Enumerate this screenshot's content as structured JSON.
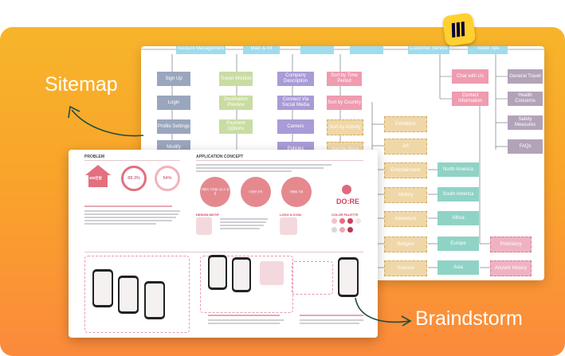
{
  "labels": {
    "sitemap": "Sitemap",
    "brainstorm": "Braindstorm"
  },
  "brand": {
    "logo_icon": "miro-logo-icon",
    "colors": {
      "background_top": "#f7b52b",
      "background_bottom": "#fb8a3c",
      "logo": "#ffd02f",
      "accent_pink": "#e2707f"
    }
  },
  "sitemap": {
    "top_row": [
      "Account Management",
      "Main & Inf",
      "",
      "",
      "Customer Service",
      "Travel Tips"
    ],
    "col1": [
      "Sign Up",
      "Login",
      "Profile Settings",
      "Modify"
    ],
    "col2": [
      "Travel Wishlist",
      "Destination Preview",
      "Payment Options"
    ],
    "col3": [
      "Company Description",
      "Connect Via Social Media",
      "Careers",
      "Policies"
    ],
    "col4": [
      "Sort by Time Period",
      "Sort by Country",
      "Sort by Activity",
      "Sort by Price"
    ],
    "col5": [
      "Exhibition",
      "Art",
      "Entertainment",
      "History",
      "Adventure",
      "Religion",
      "Science"
    ],
    "col6": [
      "North America",
      "South America",
      "Africa",
      "Europe",
      "Asia"
    ],
    "col7": [
      "Prehistory",
      "Ancient History"
    ],
    "col8": [
      "Chat with Us",
      "Contact Information"
    ],
    "col9": [
      "General Travel",
      "Health Concerns",
      "Safety Measures",
      "FAQs"
    ]
  },
  "brainstorm": {
    "problem_title": "PROBLEM",
    "concept_title": "APPLICATION CONCEPT",
    "house_value": "400만원",
    "stats": [
      "88.3%",
      "54%"
    ],
    "bubbles": [
      "여행지 기억을 나누고 공유",
      "다양한 추억",
      "여행을 기록"
    ],
    "logo_text": "DO:RE",
    "sections": [
      "DESIGN MOTIF",
      "LOGO & ICON",
      "COLOR PALETTE"
    ]
  }
}
